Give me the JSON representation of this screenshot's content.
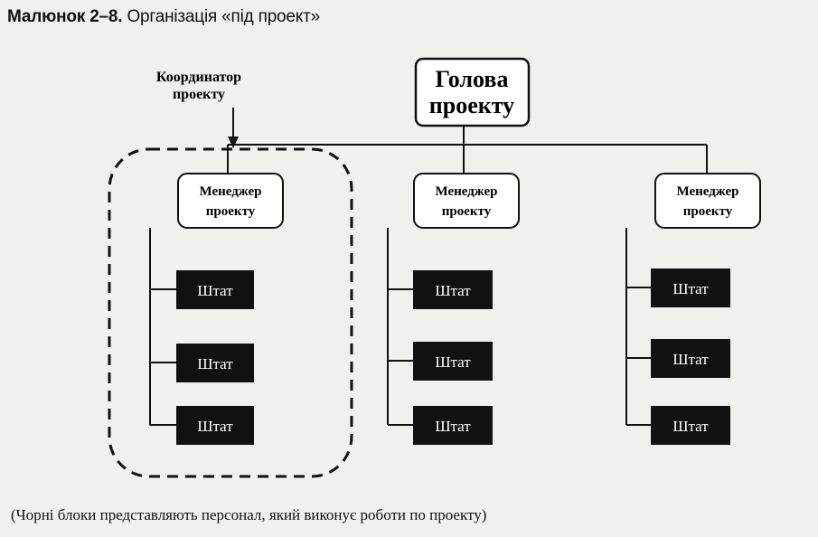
{
  "figure": {
    "number": "Малюнок 2–8.",
    "title": "Організація «під проект»"
  },
  "head": {
    "line1": "Голова",
    "line2": "проекту"
  },
  "coordinator": {
    "line1": "Координатор",
    "line2": "проекту"
  },
  "projects": [
    {
      "manager": {
        "line1": "Менеджер",
        "line2": "проекту"
      },
      "staff": [
        "Штат",
        "Штат",
        "Штат"
      ]
    },
    {
      "manager": {
        "line1": "Менеджер",
        "line2": "проекту"
      },
      "staff": [
        "Штат",
        "Штат",
        "Штат"
      ]
    },
    {
      "manager": {
        "line1": "Менеджер",
        "line2": "проекту"
      },
      "staff": [
        "Штат",
        "Штат",
        "Штат"
      ]
    }
  ],
  "footnote": "(Чорні блоки представляють персонал, який виконує роботи по проекту)"
}
